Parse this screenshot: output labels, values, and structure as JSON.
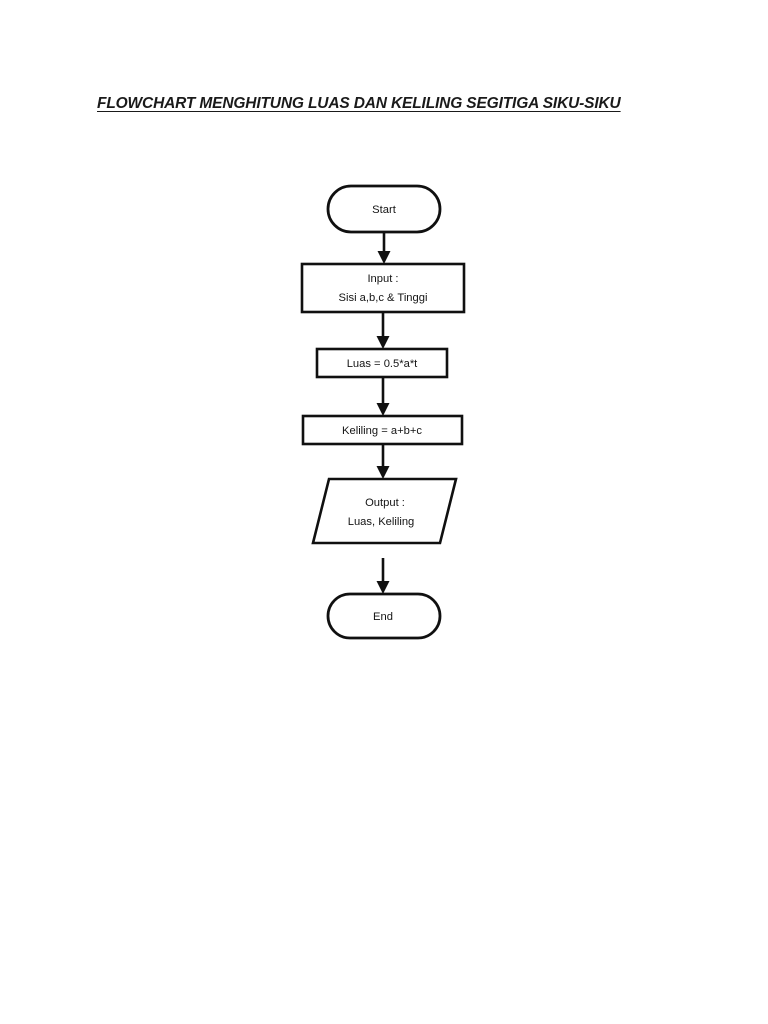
{
  "document": {
    "title": "FLOWCHART MENGHITUNG LUAS DAN KELILING SEGITIGA SIKU-SIKU",
    "background_color": "#ffffff",
    "line_color": "#101010",
    "text_color": "#141414"
  },
  "flowchart": {
    "orientation": "vertical",
    "nodes": [
      {
        "id": "start",
        "shape": "terminator",
        "lines": [
          "Start"
        ],
        "line1": "Start"
      },
      {
        "id": "input",
        "shape": "process-rectangle",
        "lines": [
          "Input :",
          "Sisi a,b,c & Tinggi"
        ],
        "line1": "Input :",
        "line2": "Sisi a,b,c & Tinggi"
      },
      {
        "id": "luas",
        "shape": "process-rectangle",
        "lines": [
          "Luas = 0.5*a*t"
        ],
        "line1": "Luas = 0.5*a*t"
      },
      {
        "id": "keliling",
        "shape": "process-rectangle",
        "lines": [
          "Keliling = a+b+c"
        ],
        "line1": "Keliling = a+b+c"
      },
      {
        "id": "output",
        "shape": "parallelogram-io",
        "lines": [
          "Output :",
          "Luas, Keliling"
        ],
        "line1": "Output :",
        "line2": "Luas, Keliling"
      },
      {
        "id": "end",
        "shape": "terminator",
        "lines": [
          "End"
        ],
        "line1": "End"
      }
    ],
    "connectors": [
      {
        "id": "start-to-input",
        "from": "start",
        "to": "input",
        "arrow": "down-arrow"
      },
      {
        "id": "input-to-luas",
        "from": "input",
        "to": "luas",
        "arrow": "down-arrow"
      },
      {
        "id": "luas-to-keliling",
        "from": "luas",
        "to": "keliling",
        "arrow": "down-arrow"
      },
      {
        "id": "keliling-to-output",
        "from": "keliling",
        "to": "output",
        "arrow": "down-arrow"
      },
      {
        "id": "output-to-end",
        "from": "output",
        "to": "end",
        "arrow": "down-arrow"
      }
    ]
  }
}
